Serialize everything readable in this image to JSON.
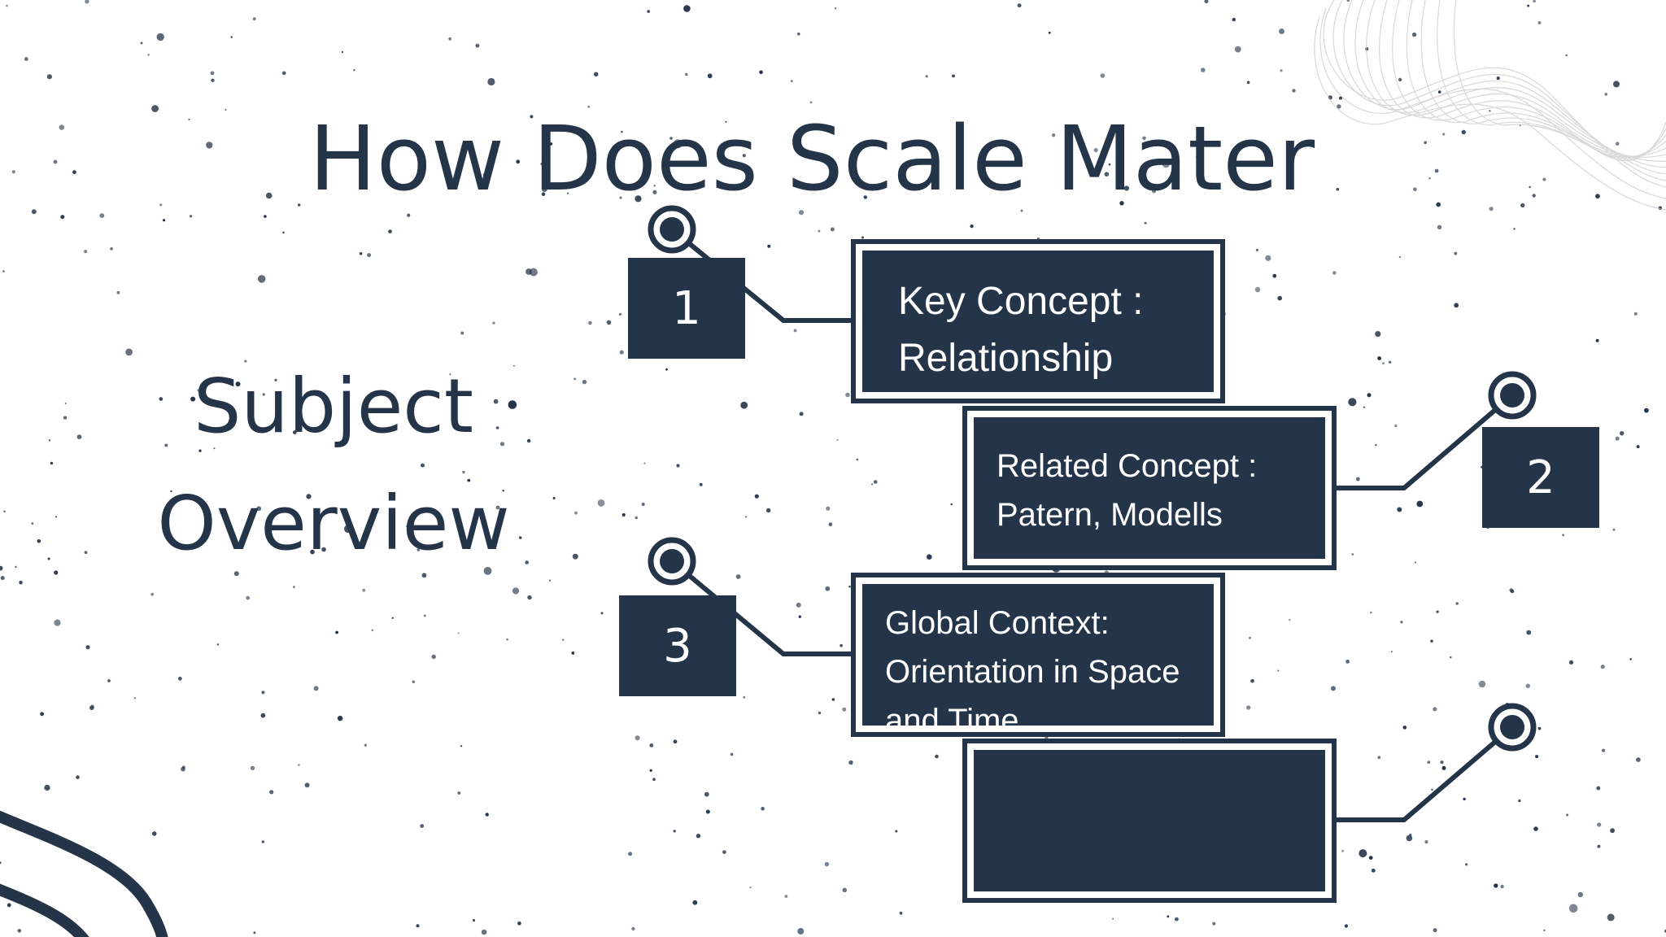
{
  "slide": {
    "title": "How Does Scale Mater",
    "subject_line1": "Subject",
    "subject_line2": "Overview"
  },
  "items": [
    {
      "number": "1",
      "text_line1": "Key  Concept :",
      "text_line2": "Relationship"
    },
    {
      "number": "2",
      "text_line1": "Related Concept :",
      "text_line2": "Patern, Modells"
    },
    {
      "number": "3",
      "text_line1": "Global Context:",
      "text_line2": "Orientation in Space",
      "text_line3": "and Time"
    },
    {
      "number": "",
      "text_line1": ""
    }
  ],
  "colors": {
    "navy": "#243449",
    "background": "#ffffff",
    "wave": "#c8c8c8"
  },
  "icons": [
    "pin-circle-icon",
    "wave-decoration-icon",
    "curve-decoration-icon"
  ]
}
